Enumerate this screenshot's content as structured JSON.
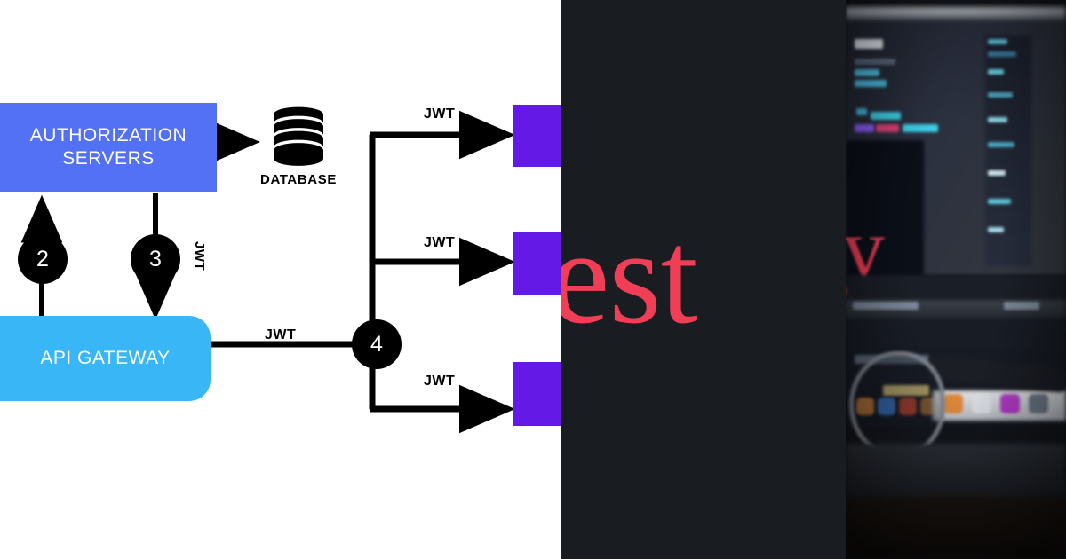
{
  "collage": {
    "panel_count": 3,
    "background": "#ffffff"
  },
  "diagram": {
    "nodes": {
      "auth_servers": {
        "label": "AUTHORIZATION SERVERS",
        "color": "#5271f5",
        "text_color": "#ffffff"
      },
      "api_gateway": {
        "label": "API GATEWAY",
        "color": "#38b6f5",
        "text_color": "#ffffff"
      },
      "database": {
        "label": "DATABASE",
        "icon": "database-cylinder-icon",
        "color": "#000000"
      },
      "services": [
        {
          "name": "service-top",
          "color": "#6419e6"
        },
        {
          "name": "service-middle",
          "color": "#6419e6"
        },
        {
          "name": "service-bottom",
          "color": "#6419e6"
        }
      ]
    },
    "steps": [
      {
        "number": "2",
        "color": "#000000",
        "text_color": "#ffffff"
      },
      {
        "number": "3",
        "color": "#000000",
        "text_color": "#ffffff"
      },
      {
        "number": "4",
        "color": "#000000",
        "text_color": "#ffffff"
      }
    ],
    "edge_labels": {
      "gateway_to_auth": "JWT",
      "gateway_to_fanout": "JWT",
      "fanout_top": "JWT",
      "fanout_middle": "JWT",
      "fanout_bottom": "JWT"
    }
  },
  "dark_panel": {
    "word": "est",
    "text_color": "#ef3e56",
    "background": "#191c21"
  },
  "photo_panel": {
    "description": "blurred photo of eyeglasses resting in front of a code editor screen",
    "accent_letter": "y",
    "accent_color": "#ef3e56",
    "background": "#12151a"
  }
}
